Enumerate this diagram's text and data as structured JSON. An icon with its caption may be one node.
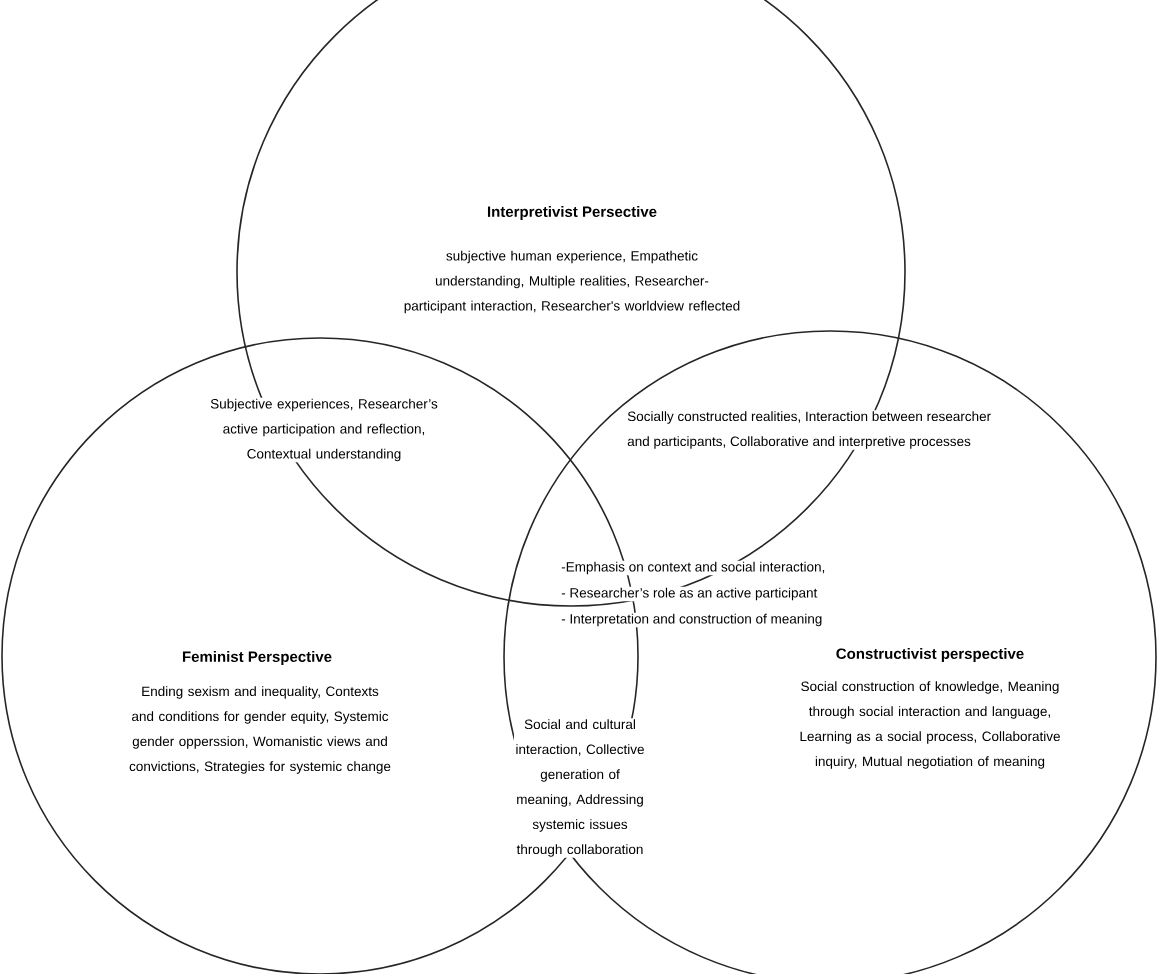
{
  "diagram": {
    "nodes": [
      {
        "text": [
          "Interpretivist Persective",
          "subjective human experience, Empathetic understanding, Multiple realities, Researcher-participant interaction, Researcher's worldview reflected"
        ]
      },
      {
        "text": [
          "Feminist Perspective",
          "Ending sexism and inequality, Contexts and conditions for gender equity, Systemic gender opperssion, Womanistic views and convictions, Strategies for systemic change"
        ]
      },
      {
        "text": [
          "Constructivist perspective",
          "Social construction of knowledge, Meaning through social interaction and language, Learning as a social process, Collaborative inquiry, Mutual negotiation of meaning"
        ]
      }
    ],
    "labels": [
      "Subjective experiences, Researcher’s active participation and reflection, Contextual understanding",
      "Socially constructed realities, Interaction between researcher and participants, Collaborative and interpretive processes",
      "-Emphasis on context and social interaction,",
      "- Researcher’s role as an active participant",
      "- Interpretation and construction of meaning",
      "Social and cultural interaction, Collective generation of meaning, Addressing systemic issues through collaboration"
    ]
  }
}
